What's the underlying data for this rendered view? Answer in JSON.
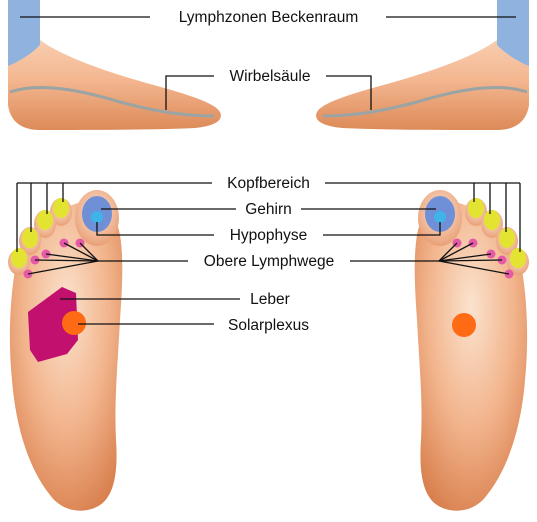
{
  "labels": {
    "lymphzonen": "Lymphzonen Beckenraum",
    "wirbelsaeule": "Wirbelsäule",
    "kopfbereich": "Kopfbereich",
    "gehirn": "Gehirn",
    "hypophyse": "Hypophyse",
    "obere_lymphwege": "Obere Lymphwege",
    "leber": "Leber",
    "solarplexus": "Solarplexus"
  },
  "colors": {
    "skin_light": "#fbe3cf",
    "skin_mid": "#f2b48c",
    "skin_dark": "#d9804e",
    "leg_blue": "#8fb2de",
    "spine_gray": "#9aa4a4",
    "toe_zone_yellow": "#e3e332",
    "lymph_dot_pink": "#e45aa6",
    "brain_blue": "#6f8fd6",
    "pituitary_cyan": "#3fb4e8",
    "liver_magenta": "#c2106e",
    "solar_orange": "#ff6a14",
    "leader_lines": "#111111"
  }
}
